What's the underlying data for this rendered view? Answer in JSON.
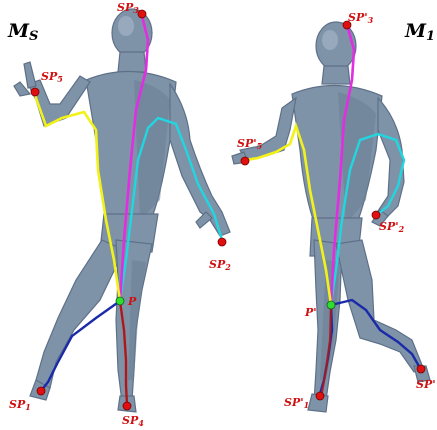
{
  "models": {
    "source": {
      "title": "M",
      "title_sub": "S"
    },
    "target": {
      "title": "M",
      "title_sub": "1"
    }
  },
  "labels": {
    "source": {
      "sp1": {
        "main": "SP",
        "sub": "1"
      },
      "sp2": {
        "main": "SP",
        "sub": "2"
      },
      "sp3": {
        "main": "SP",
        "sub": "3"
      },
      "sp4": {
        "main": "SP",
        "sub": "4"
      },
      "sp5": {
        "main": "SP",
        "sub": "5"
      },
      "p": {
        "main": "P"
      }
    },
    "target": {
      "sp1": {
        "main": "SP'",
        "sub": "1"
      },
      "sp2": {
        "main": "SP'",
        "sub": "2"
      },
      "sp3": {
        "main": "SP'",
        "sub": "3"
      },
      "sp4": {
        "main": "SP'"
      },
      "sp5": {
        "main": "SP'",
        "sub": "5"
      },
      "p": {
        "main": "P'"
      }
    }
  },
  "colors": {
    "path_to_sp1": "#1a2aa8",
    "path_to_sp2": "#22d6e0",
    "path_to_sp3": "#e02ee0",
    "path_to_sp4": "#b01818",
    "path_to_sp5": "#f2f21a",
    "end_point": "#e01010",
    "center_point": "#2ee02e",
    "label": "#d01010"
  }
}
